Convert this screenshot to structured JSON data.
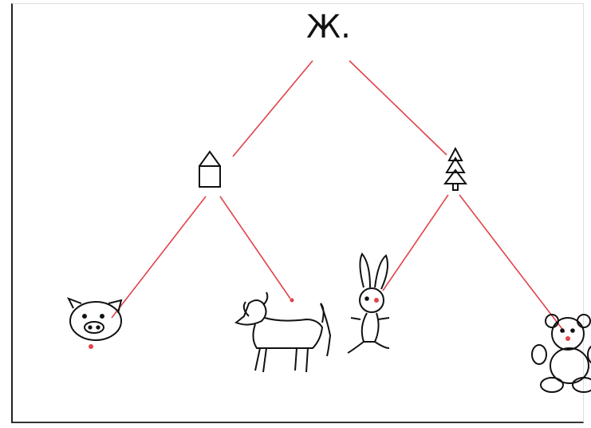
{
  "tree": {
    "root": {
      "symbol": "Ж."
    },
    "branches": [
      {
        "node": "house",
        "children": [
          "pig",
          "cow"
        ]
      },
      {
        "node": "fir-tree",
        "children": [
          "hare",
          "bear"
        ]
      }
    ]
  },
  "colors": {
    "connector": "#e0434a",
    "ink": "#111111",
    "paper": "#ffffff"
  }
}
